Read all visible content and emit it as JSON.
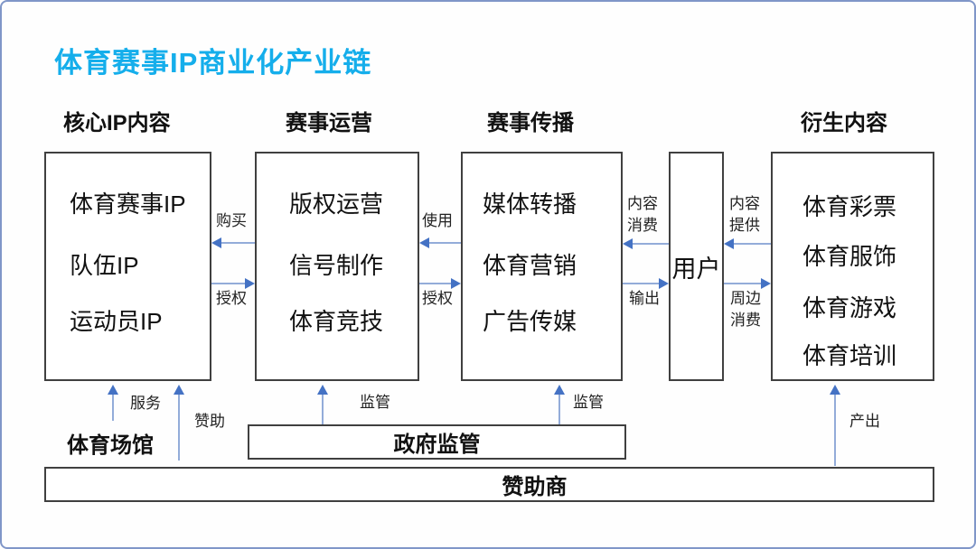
{
  "title": "体育赛事IP商业化产业链",
  "colors": {
    "title_accent": "#15aeeb",
    "arrow_head": "#4472c4",
    "arrow_line": "#93acd9",
    "frame_border": "#8096c8",
    "box_border": "#404040"
  },
  "columns": [
    {
      "header": "核心IP内容",
      "items": [
        "体育赛事IP",
        "队伍IP",
        "运动员IP"
      ]
    },
    {
      "header": "赛事运营",
      "items": [
        "版权运营",
        "信号制作",
        "体育竞技"
      ]
    },
    {
      "header": "赛事传播",
      "items": [
        "媒体转播",
        "体育营销",
        "广告传媒"
      ]
    },
    {
      "header": "衍生内容",
      "items": [
        "体育彩票",
        "体育服饰",
        "体育游戏",
        "体育培训"
      ]
    }
  ],
  "user_label": "用户",
  "edges": {
    "buy": "购买",
    "authorize_core": "授权",
    "use": "使用",
    "authorize_ops": "授权",
    "content_consume": "内容消费",
    "output": "输出",
    "content_provide": "内容提供",
    "peripheral_consume": "周边消费",
    "service": "服务",
    "sponsorship": "赞助",
    "supervise_left": "监管",
    "supervise_right": "监管",
    "produce": "产出"
  },
  "bottom": {
    "venue": "体育场馆",
    "government": "政府监管",
    "sponsor": "赞助商"
  }
}
